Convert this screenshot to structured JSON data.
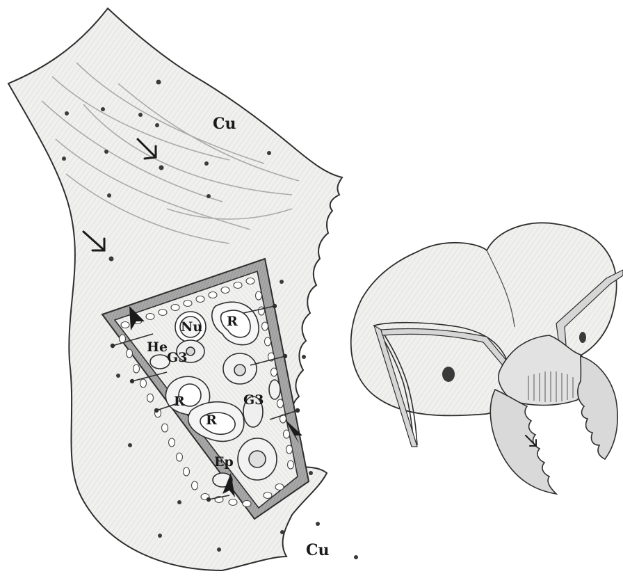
{
  "figure": {
    "labels": {
      "cuticle_top": "Cu",
      "cuticle_bottom": "Cu",
      "nucleus": "Nu",
      "hemolymph": "He",
      "gland_1": "G3",
      "gland_2": "G3",
      "r_1": "R",
      "r_2": "R",
      "r_3": "R",
      "epidermis": "Ep"
    },
    "colors": {
      "paper": "#ffffff",
      "shading": "#ececea",
      "ink": "#2e2e2e",
      "band": "#9c9c9c"
    },
    "icons": [
      "arrow-icon",
      "arrowhead-icon"
    ]
  }
}
